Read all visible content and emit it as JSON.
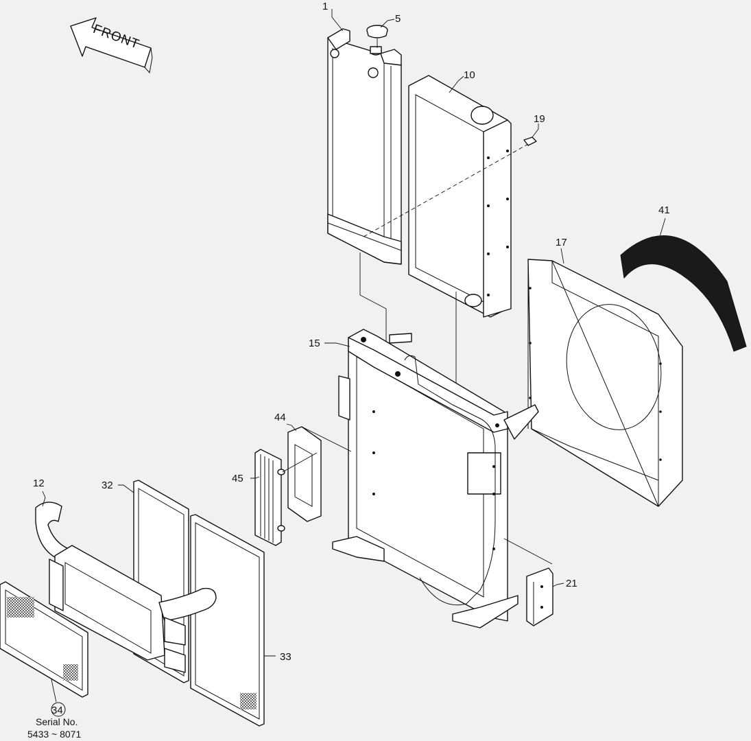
{
  "direction_arrow": {
    "text": "FRONT"
  },
  "callouts": {
    "p1": "1",
    "p5": "5",
    "p10": "10",
    "p19": "19",
    "p41": "41",
    "p17": "17",
    "p15": "15",
    "p44": "44",
    "p45": "45",
    "p12": "12",
    "p32": "32",
    "p21": "21",
    "p33": "33",
    "p34": "34"
  },
  "serial_note": {
    "label": "Serial No.",
    "range": "5433 ~ 8071"
  }
}
